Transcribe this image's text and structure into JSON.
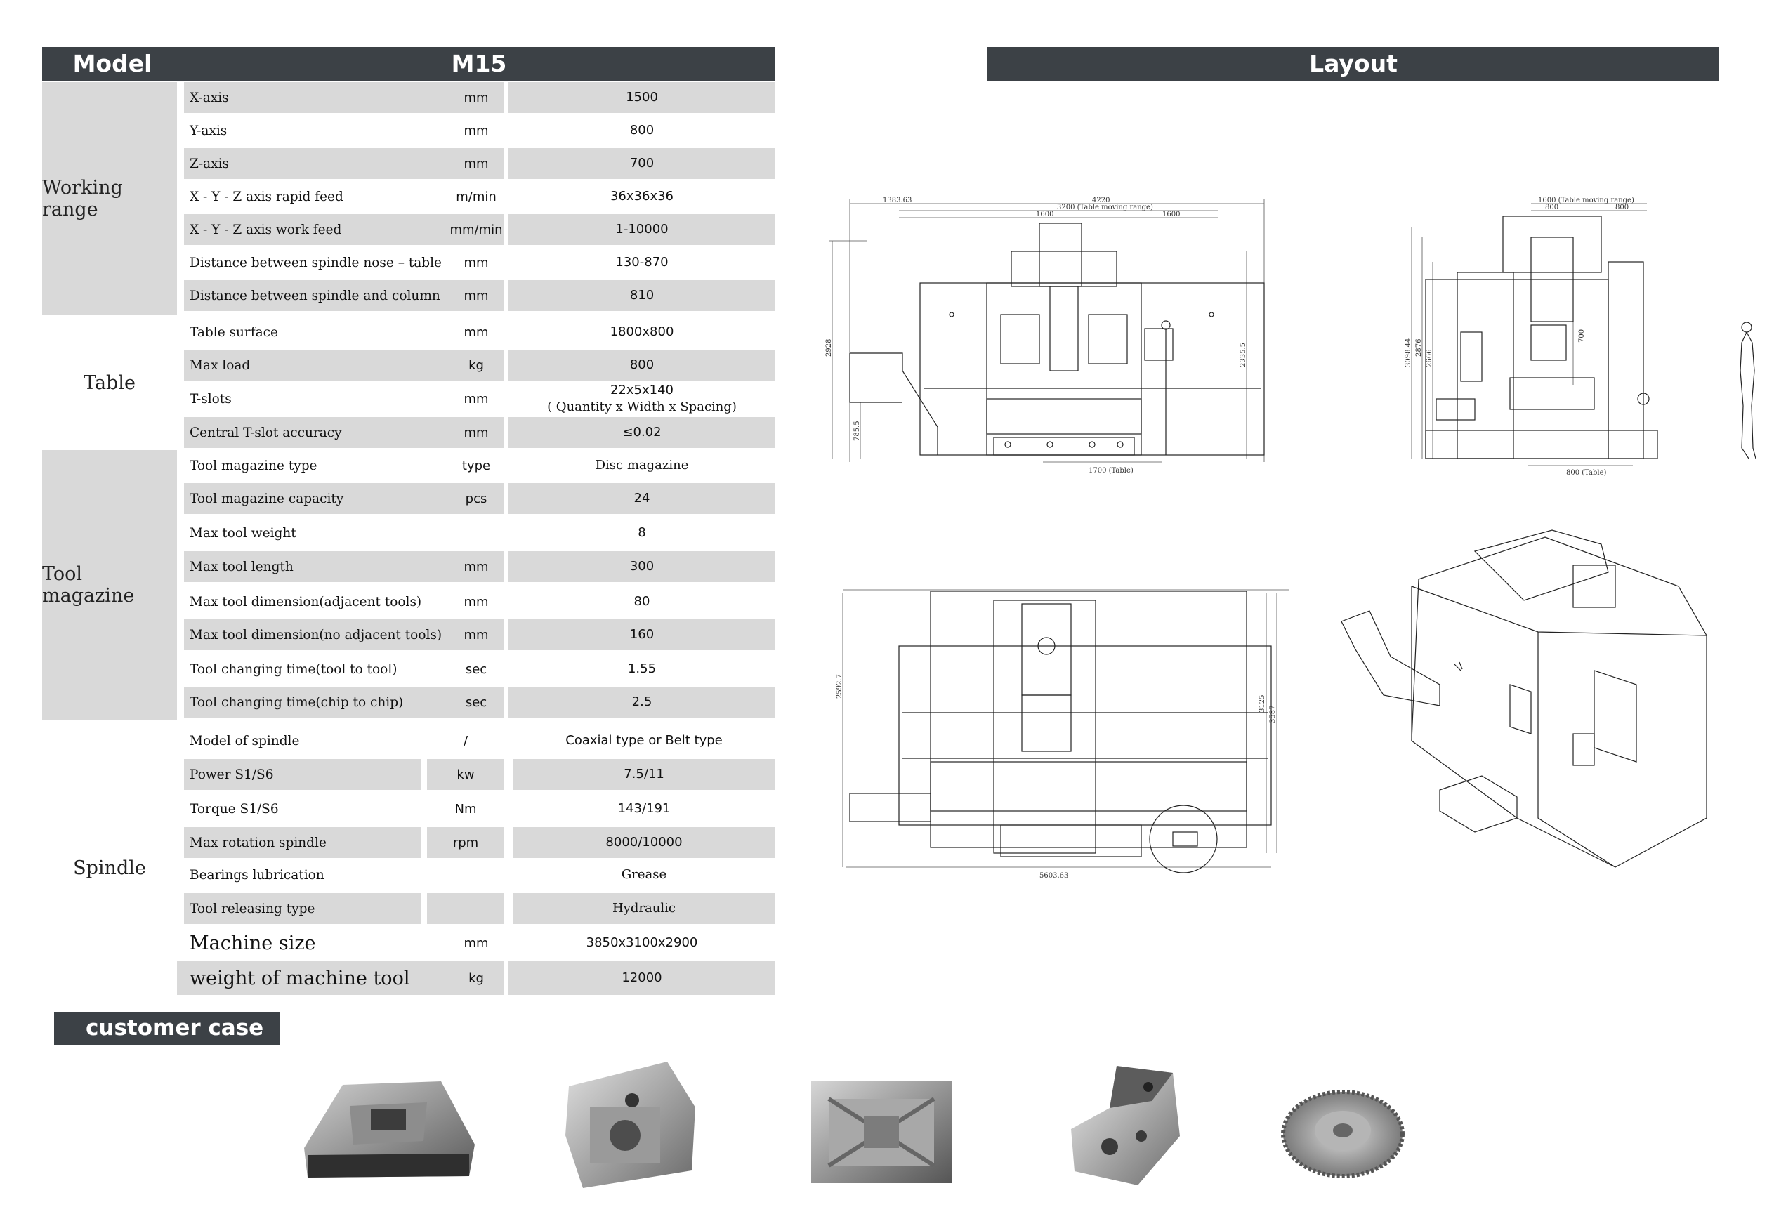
{
  "header": {
    "model_label": "Model",
    "model_value": "M15",
    "layout_title": "Layout",
    "case_title": "customer case"
  },
  "categories": {
    "working_range": "Working range",
    "table": "Table",
    "tool_magazine": "Tool magazine",
    "spindle": "Spindle"
  },
  "rows": [
    {
      "name": "X-axis",
      "unit": "mm",
      "value": "1500"
    },
    {
      "name": "Y-axis",
      "unit": "mm",
      "value": "800"
    },
    {
      "name": "Z-axis",
      "unit": "mm",
      "value": "700"
    },
    {
      "name": "X - Y - Z axis rapid feed",
      "unit": "m/min",
      "value": "36x36x36"
    },
    {
      "name": "X - Y - Z axis work feed",
      "unit": "mm/min",
      "value": "1-10000"
    },
    {
      "name": "Distance between spindle nose  –  table",
      "unit": "mm",
      "value": "130-870"
    },
    {
      "name": "Distance between spindle and  column",
      "unit": "mm",
      "value": "810"
    },
    {
      "name": "Table surface",
      "unit": "mm",
      "value": "1800x800"
    },
    {
      "name": "Max load",
      "unit": "kg",
      "value": "800"
    },
    {
      "name": " T-slots",
      "unit": "mm",
      "value": "22x5x140",
      "value2": "( Quantity x Width x Spacing)"
    },
    {
      "name": "Central T-slot accuracy",
      "unit": "mm",
      "value": "≤0.02"
    },
    {
      "name": "Tool magazine type",
      "unit": "type",
      "value": "Disc magazine"
    },
    {
      "name": "Tool magazine capacity",
      "unit": "pcs",
      "value": "24"
    },
    {
      "name": "Max tool weight",
      "unit": "",
      "value": "8"
    },
    {
      "name": "Max tool length",
      "unit": "mm",
      "value": "300"
    },
    {
      "name": "Max tool dimension(adjacent tools)",
      "unit": "mm",
      "value": "80"
    },
    {
      "name": "Max tool dimension(no adjacent tools)",
      "unit": "mm",
      "value": "160"
    },
    {
      "name": "Tool changing time(tool to tool)",
      "unit": "sec",
      "value": "1.55"
    },
    {
      "name": "Tool changing time(chip to chip)",
      "unit": "sec",
      "value": "2.5"
    },
    {
      "name": "Model of spindle",
      "unit": "/",
      "value": "Coaxial type or Belt type"
    },
    {
      "name": "Power S1/S6",
      "unit": "kw",
      "value": "7.5/11"
    },
    {
      "name": "Torque S1/S6",
      "unit": "Nm",
      "value": "143/191"
    },
    {
      "name": "Max rotation spindle",
      "unit": "rpm",
      "value": "8000/10000"
    },
    {
      "name": "Bearings lubrication",
      "unit": "",
      "value": "Grease"
    },
    {
      "name": "Tool releasing type",
      "unit": "",
      "value": "Hydraulic"
    },
    {
      "name": "Machine size",
      "unit": "mm",
      "value": "3850x3100x2900"
    },
    {
      "name": "weight of machine tool",
      "unit": "kg",
      "value": "12000"
    }
  ],
  "drawing_dims": {
    "front": [
      "1383.63",
      "4220",
      "3200 (Table moving range)",
      "1600",
      "1600",
      "2928",
      "785.5",
      "2335.5",
      "1700 (Table)"
    ],
    "side": [
      "1600 (Table moving range)",
      "800",
      "800",
      "3098.44",
      "2876",
      "2666",
      "700",
      "800 (Table)"
    ],
    "top": [
      "2592.7",
      "3125",
      "3587",
      "5603.63"
    ]
  },
  "colors": {
    "header_bg": "#3c4146",
    "row_grey": "#d9d9d9"
  }
}
